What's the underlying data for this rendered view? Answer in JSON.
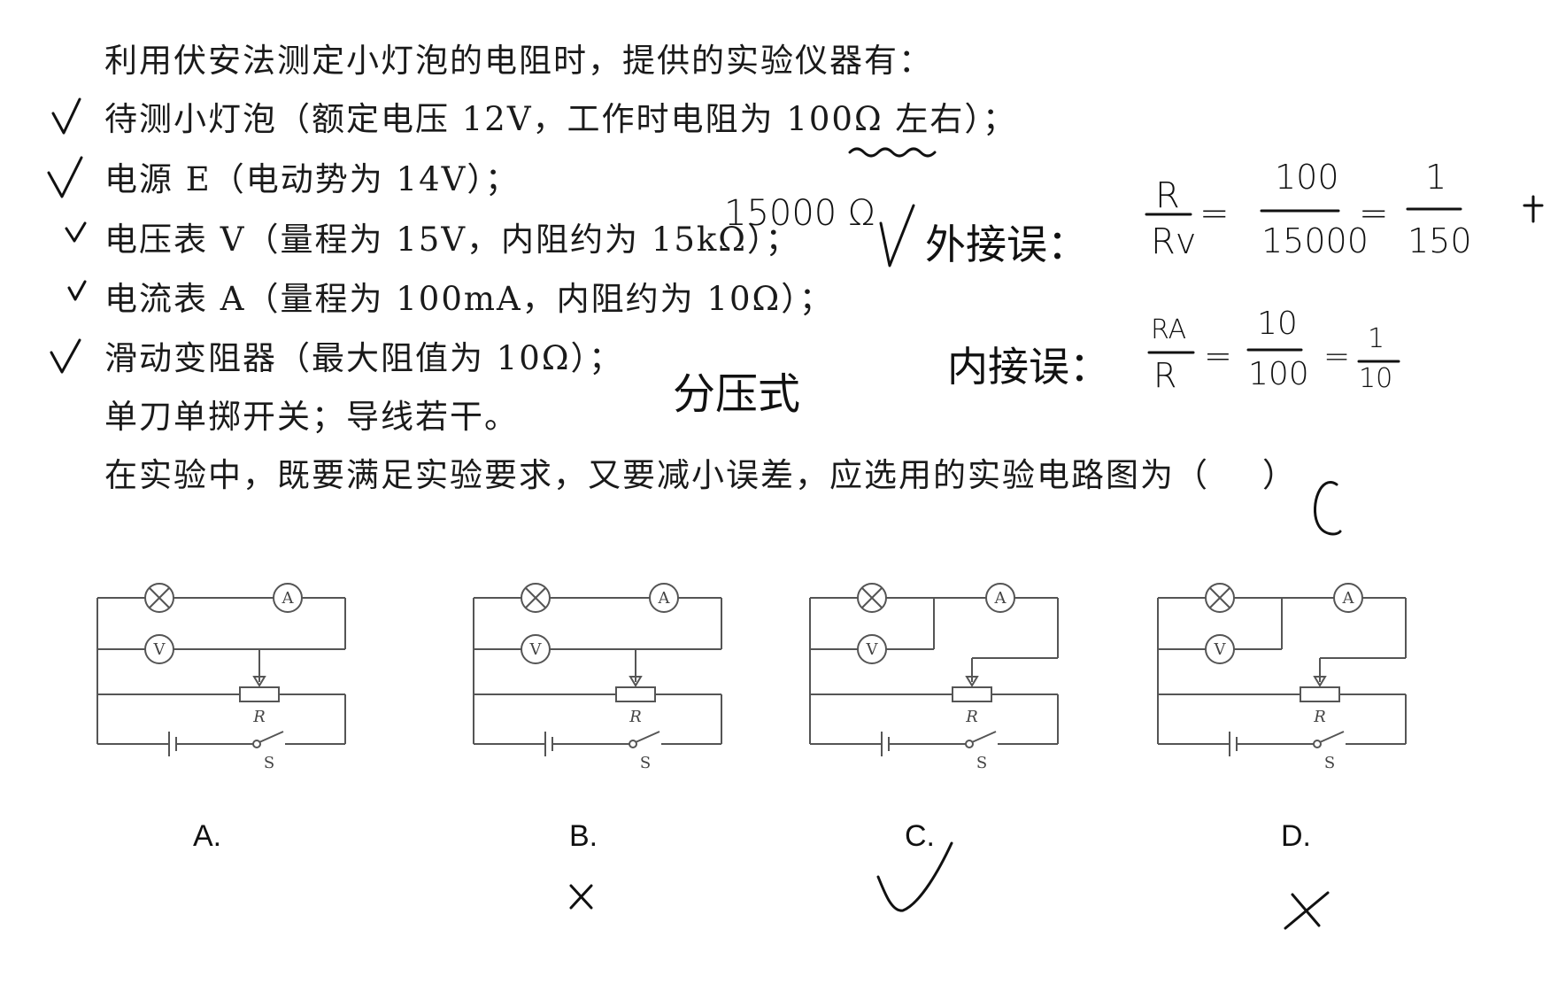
{
  "problem": {
    "intro": "利用伏安法测定小灯泡的电阻时，提供的实验仪器有：",
    "items": [
      "待测小灯泡（额定电压 12V，工作时电阻为 100Ω 左右）；",
      "电源 E（电动势为 14V）；",
      "电压表 V（量程为 15V，内阻约为 15kΩ）；",
      "电流表 A（量程为 100mA，内阻约为 10Ω）；",
      "滑动变阻器（最大阻值为 10Ω）；",
      "单刀单掷开关；导线若干。"
    ],
    "question": "在实验中，既要满足实验要求，又要减小误差，应选用的实验电路图为（",
    "question_close": "）",
    "answer": "C"
  },
  "options": [
    "A.",
    "B.",
    "C.",
    "D."
  ],
  "circuit_labels": {
    "ammeter": "A",
    "voltmeter": "V",
    "rheostat": "R",
    "switch": "S"
  },
  "annotations": {
    "volt_resist": "15000 Ω",
    "divider": "分压式",
    "external_label": "外接误：",
    "external_num": "R",
    "external_den": "Rv",
    "external_frac1_num": "100",
    "external_frac1_den": "15000",
    "external_frac2_num": "1",
    "external_frac2_den": "150",
    "internal_label": "内接误：",
    "internal_num": "RA",
    "internal_den": "R",
    "internal_frac1_num": "10",
    "internal_frac1_den": "100",
    "internal_frac2_num": "1",
    "internal_frac2_den": "10",
    "equals": "="
  }
}
